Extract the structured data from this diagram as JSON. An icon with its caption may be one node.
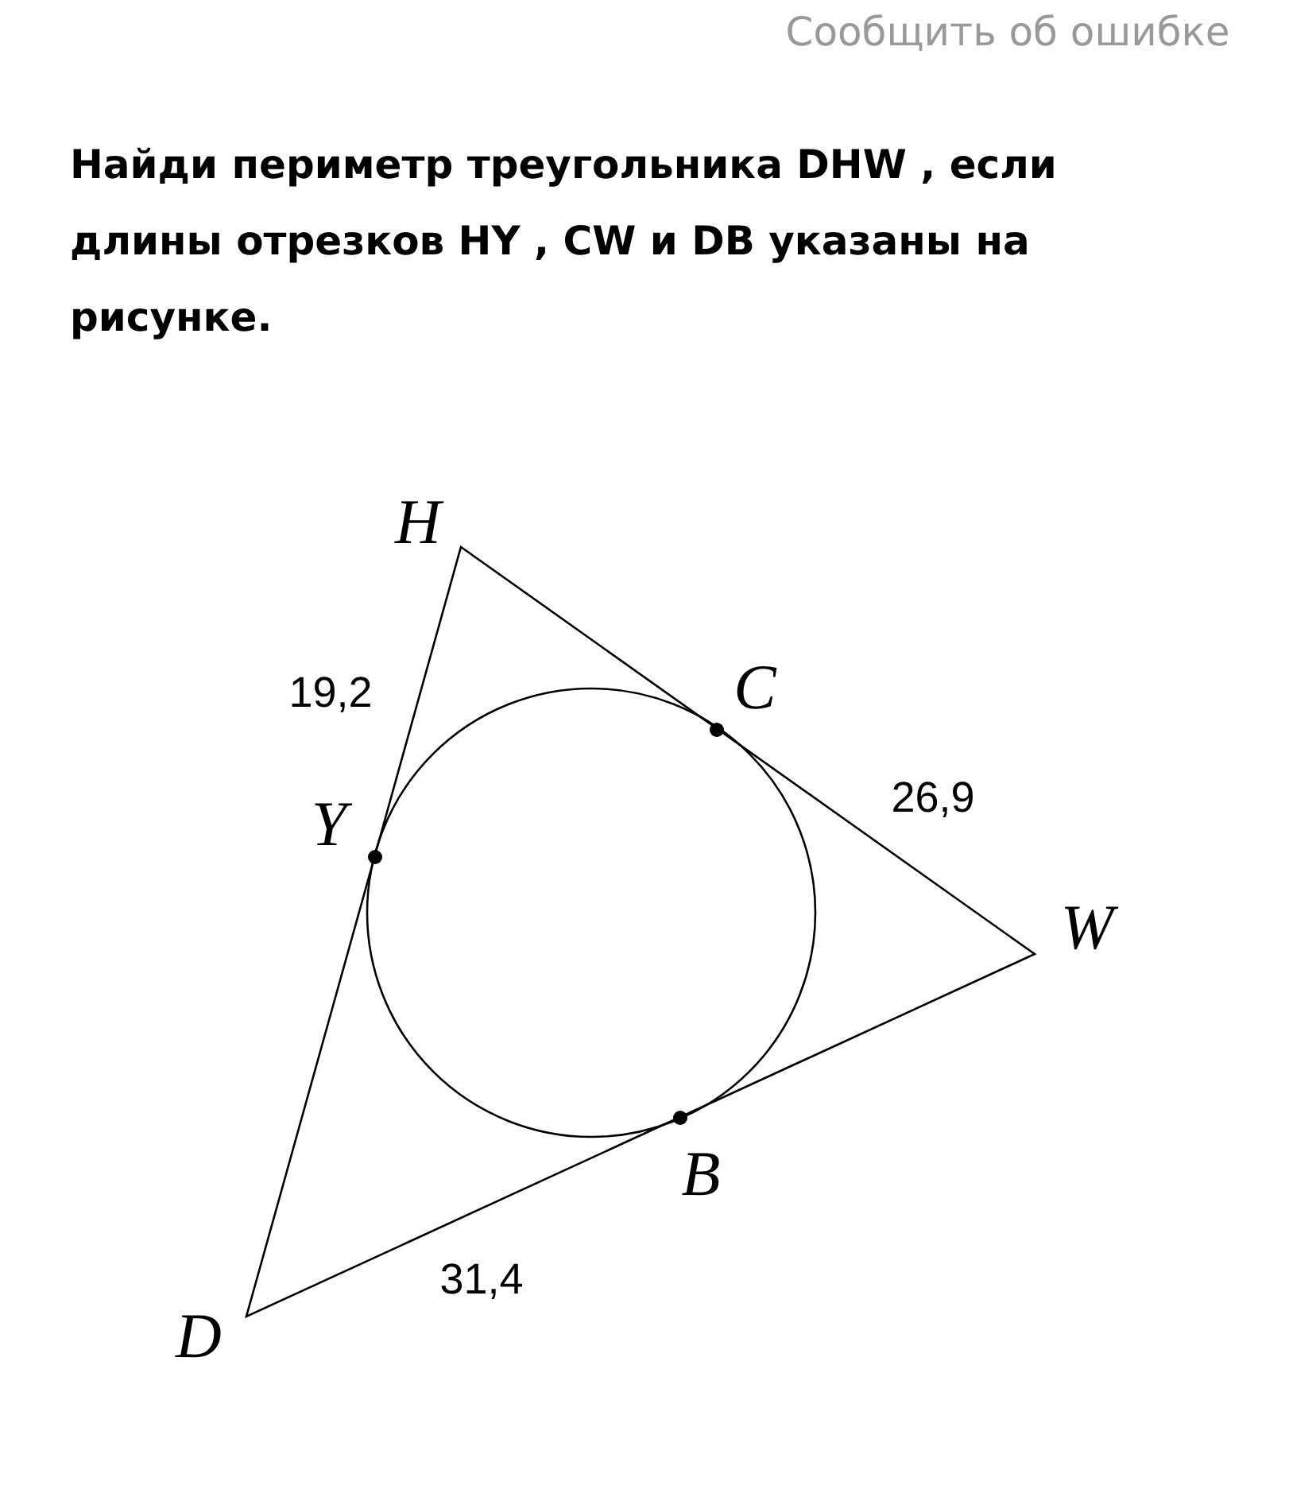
{
  "diagram": {
    "title": "Найди периметр треугольника DHW , если длины отрезков HY , CW и DB указаны на рисунке.",
    "labels": [
      "Сообщить об ошибке",
      "H",
      "C",
      "Y",
      "W",
      "B",
      "D",
      "19,2",
      "26,9",
      "31,4"
    ]
  }
}
